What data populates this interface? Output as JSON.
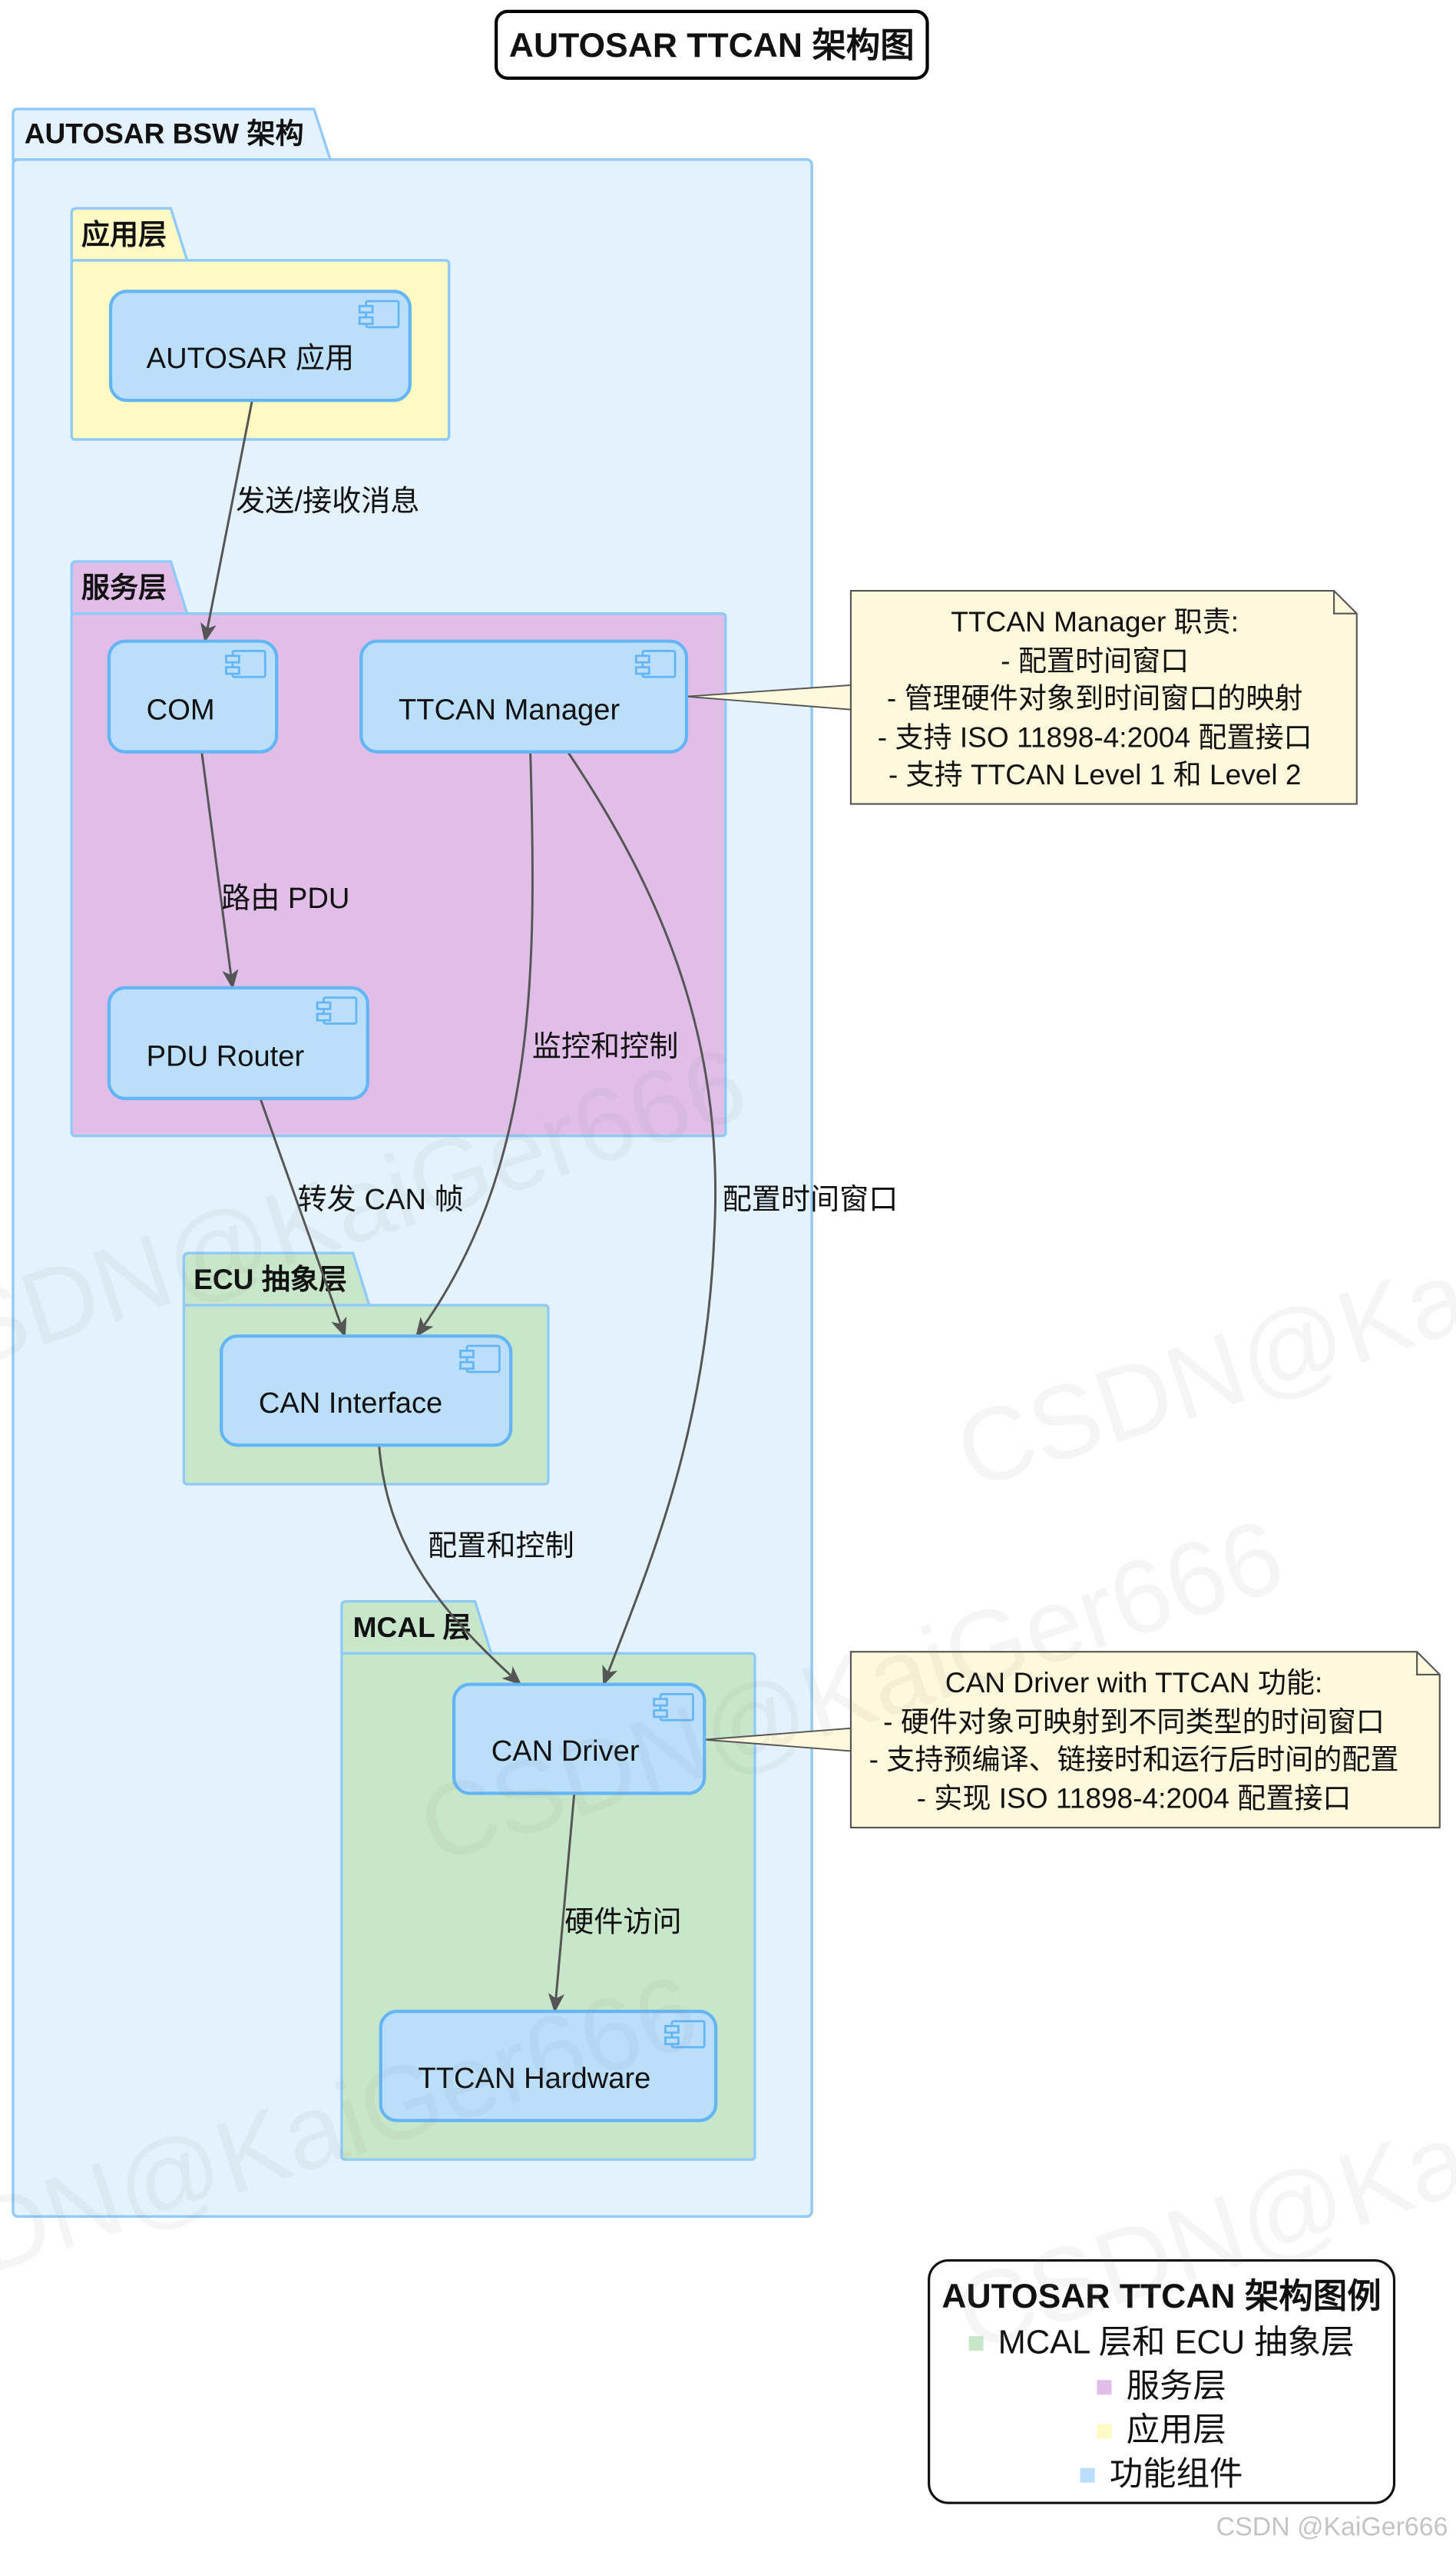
{
  "title": "AUTOSAR TTCAN 架构图",
  "packages": {
    "bsw": "AUTOSAR BSW 架构",
    "application_layer": "应用层",
    "service_layer": "服务层",
    "ecu_abstraction_layer": "ECU 抽象层",
    "mcal_layer": "MCAL 层"
  },
  "components": {
    "autosar_application": "AUTOSAR 应用",
    "com": "COM",
    "ttcan_manager": "TTCAN Manager",
    "pdu_router": "PDU Router",
    "can_interface": "CAN Interface",
    "can_driver": "CAN Driver",
    "ttcan_hardware": "TTCAN Hardware"
  },
  "edges": {
    "application_to_com": "发送/接收消息",
    "com_to_pdu_router": "路由 PDU",
    "pdu_router_to_can_interface": "转发 CAN 帧",
    "ttcan_manager_to_can_interface": "监控和控制",
    "ttcan_manager_to_can_driver": "配置时间窗口",
    "can_interface_to_can_driver": "配置和控制",
    "can_driver_to_ttcan_hardware": "硬件访问"
  },
  "notes": {
    "ttcan_manager": [
      "TTCAN Manager 职责:",
      "- 配置时间窗口",
      "- 管理硬件对象到时间窗口的映射",
      "- 支持 ISO 11898-4:2004 配置接口",
      "- 支持 TTCAN Level 1 和 Level 2"
    ],
    "can_driver": [
      "CAN Driver with TTCAN 功能:",
      "- 硬件对象可映射到不同类型的时间窗口",
      "- 支持预编译、链接时和运行后时间的配置",
      "- 实现 ISO 11898-4:2004 配置接口"
    ]
  },
  "legend": {
    "title": "AUTOSAR TTCAN 架构图例",
    "items": [
      {
        "label": "MCAL 层和 ECU 抽象层",
        "color": "#C8E6C9"
      },
      {
        "label": "服务层",
        "color": "#E1BEE7"
      },
      {
        "label": "应用层",
        "color": "#FFF9C4"
      },
      {
        "label": "功能组件",
        "color": "#BBDEFB"
      }
    ]
  },
  "colors": {
    "bsw_background": "#E3F2FD",
    "application_layer": "#FFF9C4",
    "service_layer": "#E1BEE7",
    "ecu_abstraction_layer": "#C8E6C9",
    "mcal_layer": "#C8E6C9",
    "component": "#BBDEFB",
    "note": "#FEF8DC"
  },
  "watermark": {
    "corner": "CSDN @KaiGer666",
    "tile": "CSDN@KaiGer666"
  }
}
